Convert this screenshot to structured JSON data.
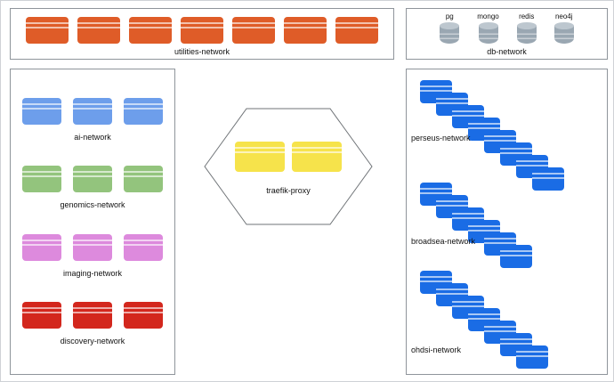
{
  "utilities": {
    "label": "utilities-network",
    "container_count": 7,
    "color": "#df5c28"
  },
  "db": {
    "label": "db-network",
    "cylinder_color": "#9aa7b2",
    "databases": [
      {
        "label": "pg"
      },
      {
        "label": "mongo"
      },
      {
        "label": "redis"
      },
      {
        "label": "neo4j"
      }
    ]
  },
  "left_networks": [
    {
      "label": "ai-network",
      "container_count": 3,
      "color": "#6d9eeb"
    },
    {
      "label": "genomics-network",
      "container_count": 3,
      "color": "#93c47d"
    },
    {
      "label": "imaging-network",
      "container_count": 3,
      "color": "#dd8add"
    },
    {
      "label": "discovery-network",
      "container_count": 3,
      "color": "#d3271d"
    }
  ],
  "proxy": {
    "label": "traefik-proxy",
    "container_count": 2,
    "color": "#f6e34b"
  },
  "right_networks": [
    {
      "label": "perseus-network",
      "container_count": 8,
      "color": "#1a6ce5"
    },
    {
      "label": "broadsea-network",
      "container_count": 6,
      "color": "#1a6ce5"
    },
    {
      "label": "ohdsi-network",
      "container_count": 7,
      "color": "#1a6ce5"
    }
  ]
}
